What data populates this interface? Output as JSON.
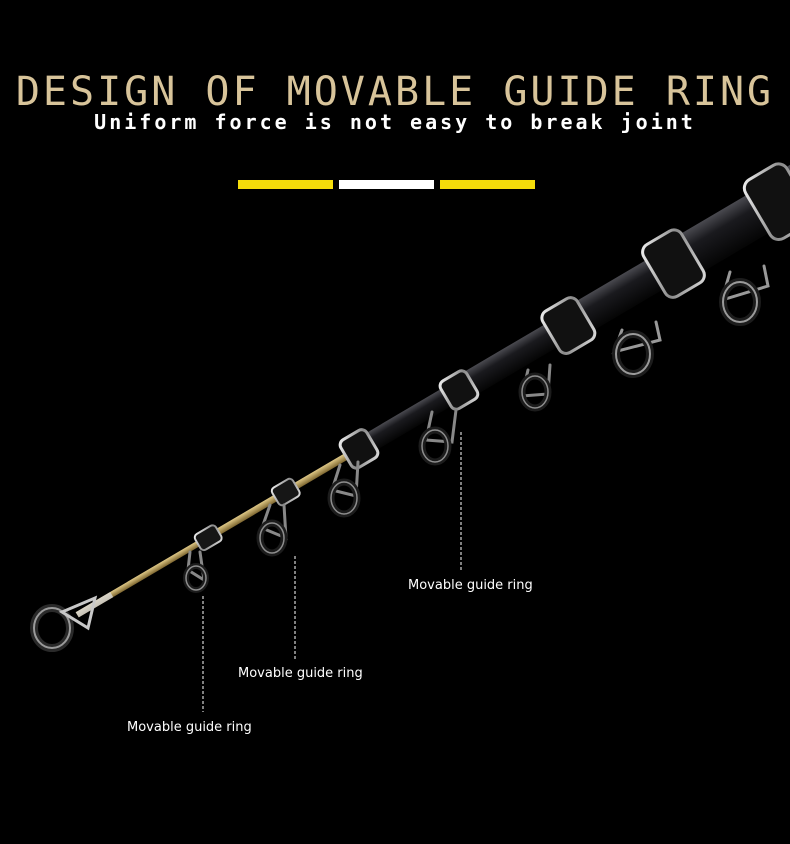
{
  "heading": {
    "title": "DESIGN OF MOVABLE GUIDE RING",
    "subtitle": "Uniform force is not easy to break joint"
  },
  "divider": {
    "colors": [
      "#f5dd0a",
      "#ffffff",
      "#f5dd0a"
    ]
  },
  "callouts": [
    {
      "label": "Movable guide ring"
    },
    {
      "label": "Movable guide ring"
    },
    {
      "label": "Movable guide ring"
    }
  ],
  "palette": {
    "background": "#000000",
    "title": "#d8c49a",
    "rod_black": "#0e0e10",
    "rod_tip": "#b89a52",
    "ring_silver": "#c7c7c7"
  }
}
